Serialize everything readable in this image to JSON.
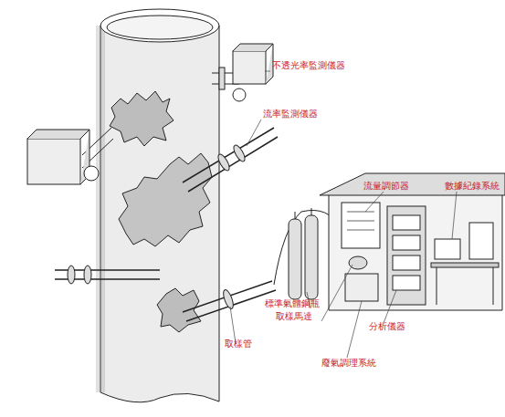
{
  "diagram": {
    "labels": [
      "不透光率監測儀器",
      "流率監測儀器",
      "流量調節器",
      "數據紀錄系統",
      "標準氣體鋼瓶",
      "取樣馬達",
      "分析儀器",
      "取樣管",
      "廢氣調理系統"
    ]
  }
}
